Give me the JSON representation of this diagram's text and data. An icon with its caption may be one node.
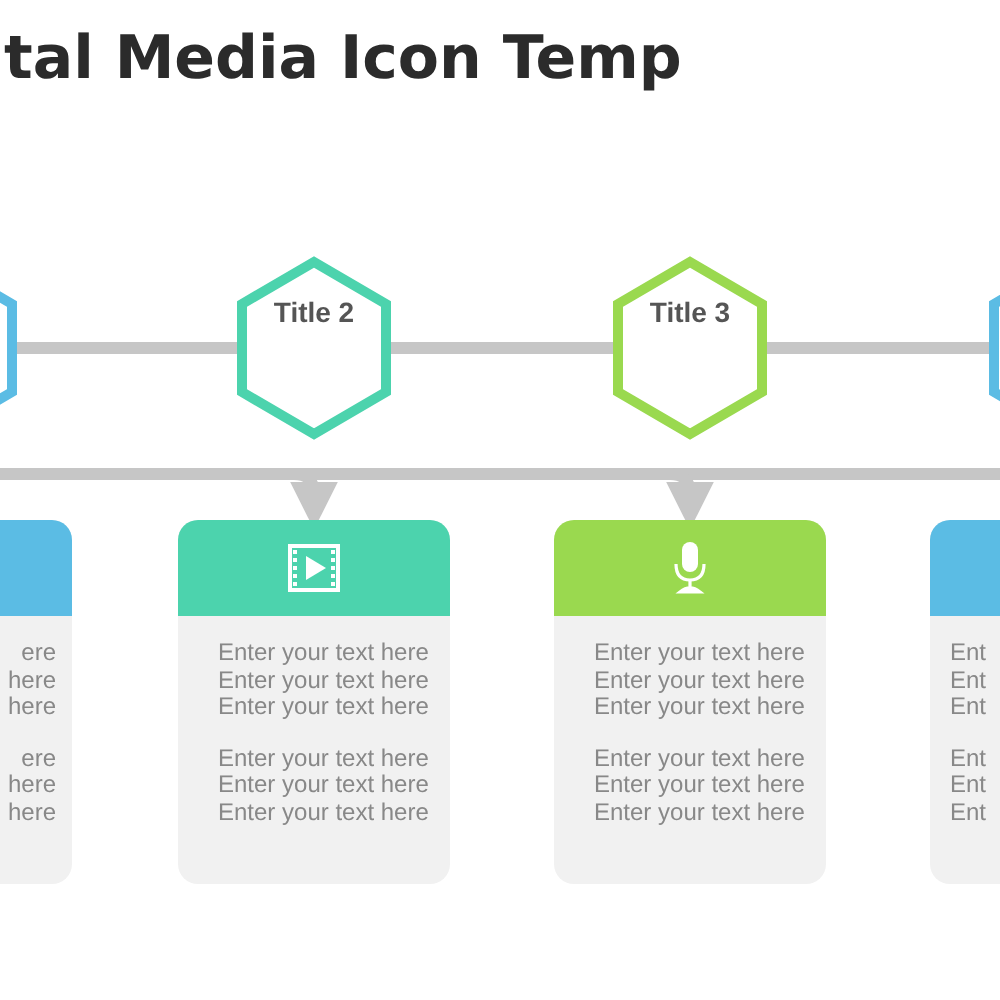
{
  "diagram": {
    "title": "tal Media Icon Temp",
    "nodes": [
      {
        "text": [],
        "shape": "hexagon"
      },
      {
        "text": [
          "Title 2"
        ]
      },
      {
        "text": [
          "Title 3"
        ]
      },
      {
        "text": [],
        "shape": "hexagon"
      },
      {
        "text": [
          "ere here here",
          "ere here here"
        ]
      },
      {
        "text": [
          "Enter your text here Enter your text here Enter your text here",
          "Enter your text here Enter your text here Enter your text here"
        ]
      },
      {
        "text": [
          "Enter your text here Enter your text here Enter your text here",
          "Enter your text here Enter your text here Enter your text here"
        ]
      },
      {
        "text": [
          "Ent Ent Ent",
          "Ent Ent Ent"
        ]
      }
    ],
    "edges": [
      {
        "from": 0,
        "to": 1,
        "arrow": "none"
      },
      {
        "from": 1,
        "to": 2,
        "arrow": "none"
      },
      {
        "from": 2,
        "to": 3,
        "arrow": "none"
      },
      {
        "from": null,
        "to": 5,
        "arrow": "to"
      },
      {
        "from": null,
        "to": 6,
        "arrow": "to"
      }
    ]
  }
}
